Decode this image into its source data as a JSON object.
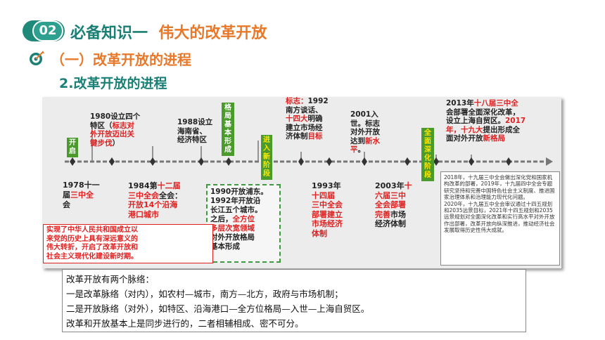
{
  "header": {
    "badge_number": "02",
    "title_prefix": "必备知识一",
    "title_main": "伟大的改革开放"
  },
  "section": {
    "icon": "target-icon",
    "title": "（一）改革开放的进程",
    "subtitle": "2.改革开放的进程"
  },
  "timeline": {
    "stage_labels": {
      "start": "开启",
      "pattern": "格局基本形成",
      "new_stage": "进入新阶段",
      "deepen": "全面深化阶段"
    },
    "above": {
      "e1980_a": "1980设立四个",
      "e1980_b": "特区（",
      "e1980_c": "标志对",
      "e1980_d": "外开放迈出关",
      "e1980_e": "键步伐",
      "e1980_f": "）",
      "e1988_a": "1988设立",
      "e1988_b": "海南省、",
      "e1988_c": "经济特区",
      "e1992_a": "标志：",
      "e1992_b": "1992",
      "e1992_c": "南方谈话、",
      "e1992_d": "十四大",
      "e1992_e": "明确",
      "e1992_f": "建立市场经",
      "e1992_g": "济体制",
      "e1992_h": "目标",
      "e2001_a": "2001入",
      "e2001_b": "世。标志",
      "e2001_c": "对外开放",
      "e2001_d": "达到",
      "e2001_e": "新水",
      "e2001_f": "平",
      "e2001_g": "。",
      "e2013_a": "2013年",
      "e2013_b": "十八届三中全",
      "e2013_c": "会部署全面深化改革，",
      "e2013_d": "设立上海自贸区。",
      "e2013_e": "2017",
      "e2013_f": "年，",
      "e2013_g": "十九大",
      "e2013_h": "提出形成全",
      "e2013_i": "面对外开放",
      "e2013_j": "新格局"
    },
    "below": {
      "e1978_a": "1978",
      "e1978_b": "十一",
      "e1978_c": "届",
      "e1978_d": "三中全",
      "e1978_e": "会",
      "e1984_a": "1984第",
      "e1984_b": "十二届",
      "e1984_c": "三中全会",
      "e1984_d": "全会：",
      "e1984_e": "开放14个沿海",
      "e1984_f": "港口城市",
      "e1993_a": "1993年",
      "e1993_b": "十四届",
      "e1993_c": "三中全会",
      "e1993_d": "部署建立",
      "e1993_e": "市场经济",
      "e1993_f": "体制",
      "e2003_a": "2003年",
      "e2003_b": "十",
      "e2003_c": "六届三中",
      "e2003_d": "全会部署",
      "e2003_e": "完善",
      "e2003_f": "市场",
      "e2003_g": "经济体制"
    },
    "box_1990": {
      "l1": "1990开放浦东。",
      "l2": "1992年开放沿",
      "l3": "长江五个城市。",
      "l4": "之后，",
      "l5": "全方位",
      "l6": "多层次宽领域",
      "l7": "对外开放格局",
      "l8": "基本形成"
    },
    "box_1978": {
      "l1": "实现了中华人民共和国成立以",
      "l2": "来党的历史上具有深远意义的",
      "l3": "伟大转折，开启了改革开放和",
      "l4": "社会主义现代化建设新时期。"
    },
    "box_2018": {
      "p1": "2018年，十九届三中全会做出深化党和国家机构改革的部署，2019年，十九届四中全会专题研究坚持和完善中国特色社会主义制度、推进国家治理体系和治理能力现代化问题。",
      "p2": "2020年，十九届五中全会审议通过十四五规划和2035远景目标，2021年十四五规划和2035远景规划对全面深化改革和实行高水平对外开放作出部署，改革开放向纵深推进，推动经济社会发展取得历史性伟大成就。"
    }
  },
  "note": {
    "l1": "改革开放有两个脉络：",
    "l2": "一是改革脉络（对内），如农村—城市，南方—北方，政府与市场机制；",
    "l3": "二是开放脉络（对外），如特区、沿海港口—全方位格局—入世—上海自贸区。",
    "l4": "改革和开放基本上是同步进行的，二者相辅相成、密不可分。"
  },
  "colors": {
    "teal": "#1a7f74",
    "orange": "#e8782a",
    "red": "#e02020",
    "green": "#4a9b2c"
  }
}
